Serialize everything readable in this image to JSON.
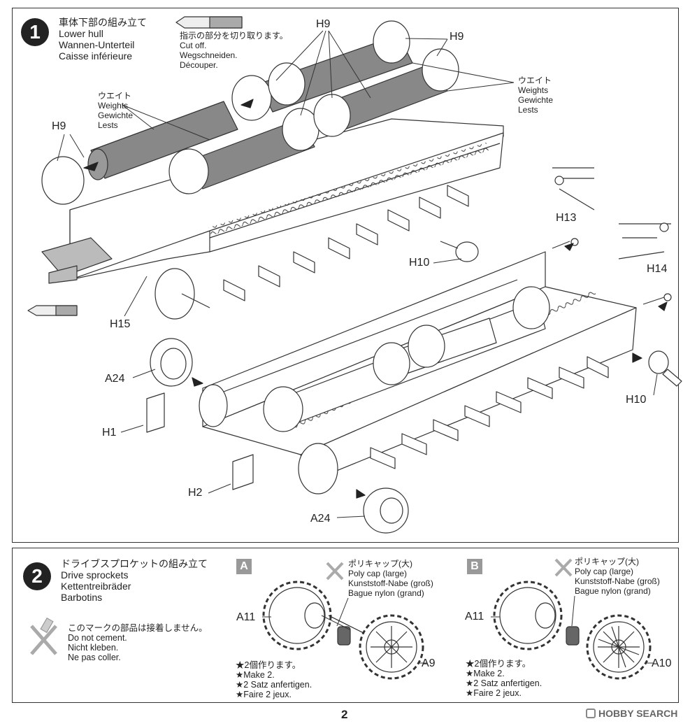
{
  "step1": {
    "number": "1",
    "title_jp": "車体下部の組み立て",
    "title_en": "Lower hull",
    "title_de": "Wannen-Unterteil",
    "title_fr": "Caisse inférieure",
    "cutoff": [
      "指示の部分を切り取ります。",
      "Cut off.",
      "Wegschneiden.",
      "Découper."
    ],
    "weights_left": [
      "ウエイト",
      "Weights",
      "Gewichte",
      "Lests"
    ],
    "weights_right": [
      "ウエイト",
      "Weights",
      "Gewichte",
      "Lests"
    ],
    "parts": {
      "h9_top": "H9",
      "h9_right": "H9",
      "h9_left": "H9",
      "h13": "H13",
      "h10_top": "H10",
      "h14": "H14",
      "h15": "H15",
      "a24_left": "A24",
      "h1": "H1",
      "h2": "H2",
      "a24_bottom": "A24",
      "h10_right": "H10"
    }
  },
  "step2": {
    "number": "2",
    "title_jp": "ドライブスプロケットの組み立て",
    "title_en": "Drive sprockets",
    "title_de": "Kettentreibräder",
    "title_fr": "Barbotins",
    "nocement": [
      "このマークの部品は接着しません。",
      "Do not cement.",
      "Nicht kleben.",
      "Ne pas coller."
    ],
    "box_a": "A",
    "box_b": "B",
    "polycap_a": [
      "ポリキャップ(大)",
      "Poly cap (large)",
      "Kunststoff-Nabe (groß)",
      "Bague nylon (grand)"
    ],
    "polycap_b": [
      "ポリキャップ(大)",
      "Poly cap (large)",
      "Kunststoff-Nabe (groß)",
      "Bague nylon (grand)"
    ],
    "make_a": [
      "★2個作ります。",
      "★Make 2.",
      "★2 Satz anfertigen.",
      "★Faire 2 jeux."
    ],
    "make_b": [
      "★2個作ります。",
      "★Make 2.",
      "★2 Satz anfertigen.",
      "★Faire 2 jeux."
    ],
    "parts": {
      "a11_a": "A11",
      "a9": "A9",
      "a11_b": "A11",
      "a10": "A10"
    }
  },
  "footer": {
    "page": "2",
    "logo": "HOBBY SEARCH"
  }
}
